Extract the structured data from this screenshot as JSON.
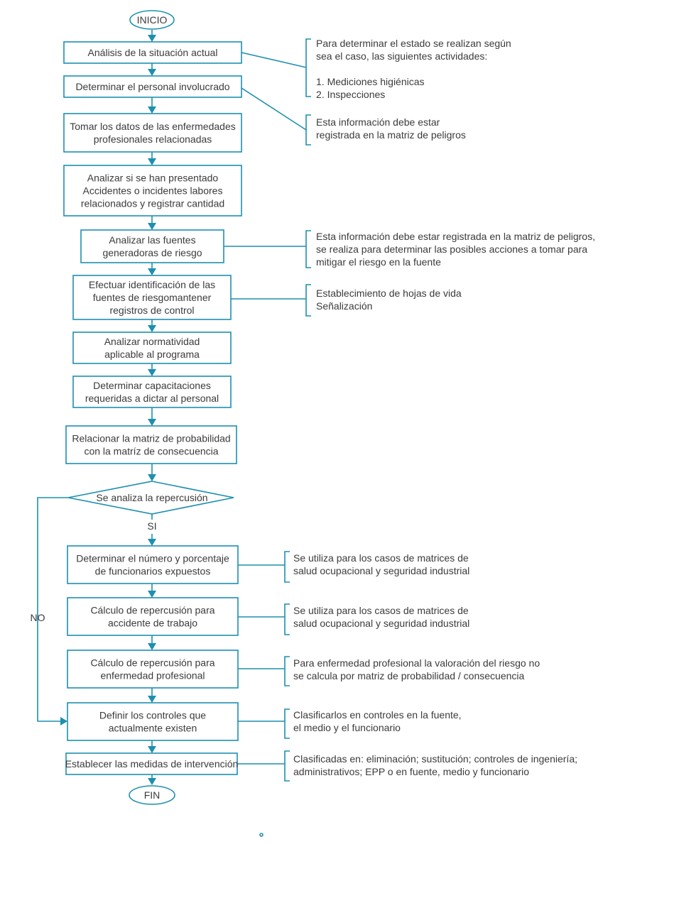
{
  "colors": {
    "accent": "#1d8fb0",
    "text": "#3b3b3b"
  },
  "terminals": {
    "start": "INICIO",
    "end": "FIN"
  },
  "steps": [
    [
      "Análisis de la situación actual"
    ],
    [
      "Determinar el personal involucrado"
    ],
    [
      "Tomar los datos de las enfermedades",
      "profesionales relacionadas"
    ],
    [
      "Analizar si se han presentado",
      "Accidentes o incidentes labores",
      "relacionados y registrar cantidad"
    ],
    [
      "Analizar las fuentes",
      "generadoras de riesgo"
    ],
    [
      "Efectuar identificación de las",
      "fuentes de riesgomantener",
      "registros de control"
    ],
    [
      "Analizar normatividad",
      "aplicable al programa"
    ],
    [
      "Determinar capacitaciones",
      "requeridas a dictar al personal"
    ],
    [
      "Relacionar la matriz de probabilidad",
      "con la matríz de consecuencia"
    ]
  ],
  "decision": {
    "text": "Se analiza la repercusión",
    "yes": "SI",
    "no": "NO"
  },
  "steps_after": [
    [
      "Determinar el número y porcentaje",
      "de funcionarios expuestos"
    ],
    [
      "Cálculo de repercusión para",
      "accidente de trabajo"
    ],
    [
      "Cálculo de repercusión para",
      "enfermedad profesional"
    ],
    [
      "Definir los controles que",
      "actualmente existen"
    ],
    [
      "Establecer las medidas de intervención"
    ]
  ],
  "notes": [
    [
      "Para determinar el estado se realizan según",
      "sea el caso, las siguientes actividades:",
      "",
      "1. Mediciones higiénicas",
      "2. Inspecciones"
    ],
    [
      "Esta información debe estar",
      "registrada en la matriz de peligros"
    ],
    [
      "Esta información debe estar registrada en la matriz de peligros,",
      "se realiza para determinar las posibles acciones a tomar para",
      "mitigar el riesgo en la fuente"
    ],
    [
      "Establecimiento de hojas de vida",
      "Señalización"
    ],
    [
      "Se utiliza para los casos de matrices de",
      "salud ocupacional y seguridad industrial"
    ],
    [
      "Se utiliza para los casos de matrices de",
      "salud ocupacional y seguridad industrial"
    ],
    [
      "Para enfermedad profesional la valoración del riesgo no",
      "se calcula por matriz de probabilidad / consecuencia"
    ],
    [
      "Clasificarlos en controles en la fuente,",
      "el medio y el funcionario"
    ],
    [
      "Clasificadas en: eliminación; sustitución; controles de ingeniería;",
      "administrativos; EPP o en fuente, medio y funcionario"
    ]
  ]
}
